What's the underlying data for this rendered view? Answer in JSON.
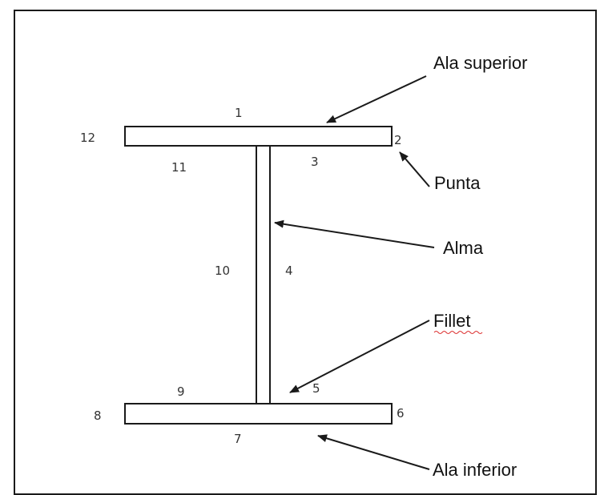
{
  "diagram": {
    "point_numbers": [
      "1",
      "2",
      "3",
      "4",
      "5",
      "6",
      "7",
      "8",
      "9",
      "10",
      "11",
      "12"
    ],
    "labels": {
      "ala_superior": "Ala superior",
      "punta": "Punta",
      "alma": "Alma",
      "fillet": "Fillet",
      "ala_inferior": "Ala inferior"
    },
    "colors": {
      "stroke": "#1a1a1a",
      "text": "#111111",
      "spellcheck_underline": "#dd3333"
    }
  }
}
